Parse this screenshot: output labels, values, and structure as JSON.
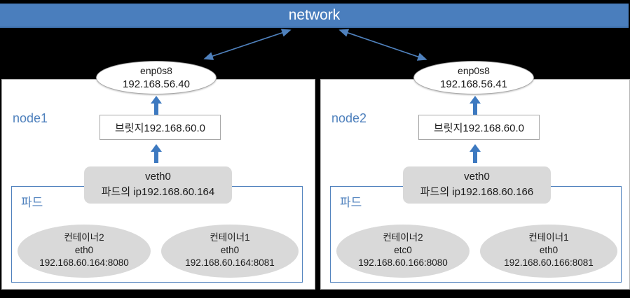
{
  "title_bar": {
    "label": "network"
  },
  "colors": {
    "accent_blue": "#4f81bd",
    "bar_blue": "#4a7ebd",
    "shape_gray": "#d9d9d9",
    "background": "#000000",
    "node_fill": "#ffffff"
  },
  "icons": {
    "up_arrow": "solid blue block arrow pointing up",
    "bidirectional_arrow": "thin blue line with arrowheads at both ends"
  },
  "nodes": [
    {
      "label": "node1",
      "nic": {
        "name": "enp0s8",
        "ip": "192.168.56.40"
      },
      "bridge_label": "브릿지192.168.60.0",
      "veth": {
        "name": "veth0",
        "pod_ip_label": "파드의 ip192.168.60.164"
      },
      "pod": {
        "label": "파드",
        "containers": [
          {
            "name": "컨테이너2",
            "interface": "eth0",
            "address": "192.168.60.164:8080"
          },
          {
            "name": "컨테이너1",
            "interface": "eth0",
            "address": "192.168.60.164:8081"
          }
        ]
      }
    },
    {
      "label": "node2",
      "nic": {
        "name": "enp0s8",
        "ip": "192.168.56.41"
      },
      "bridge_label": "브릿지192.168.60.0",
      "veth": {
        "name": "veth0",
        "pod_ip_label": "파드의 ip192.168.60.166"
      },
      "pod": {
        "label": "파드",
        "containers": [
          {
            "name": "컨테이너2",
            "interface": "etc0",
            "address": "192.168.60.166:8080"
          },
          {
            "name": "컨테이너1",
            "interface": "eth0",
            "address": "192.168.60.166:8081"
          }
        ]
      }
    }
  ]
}
